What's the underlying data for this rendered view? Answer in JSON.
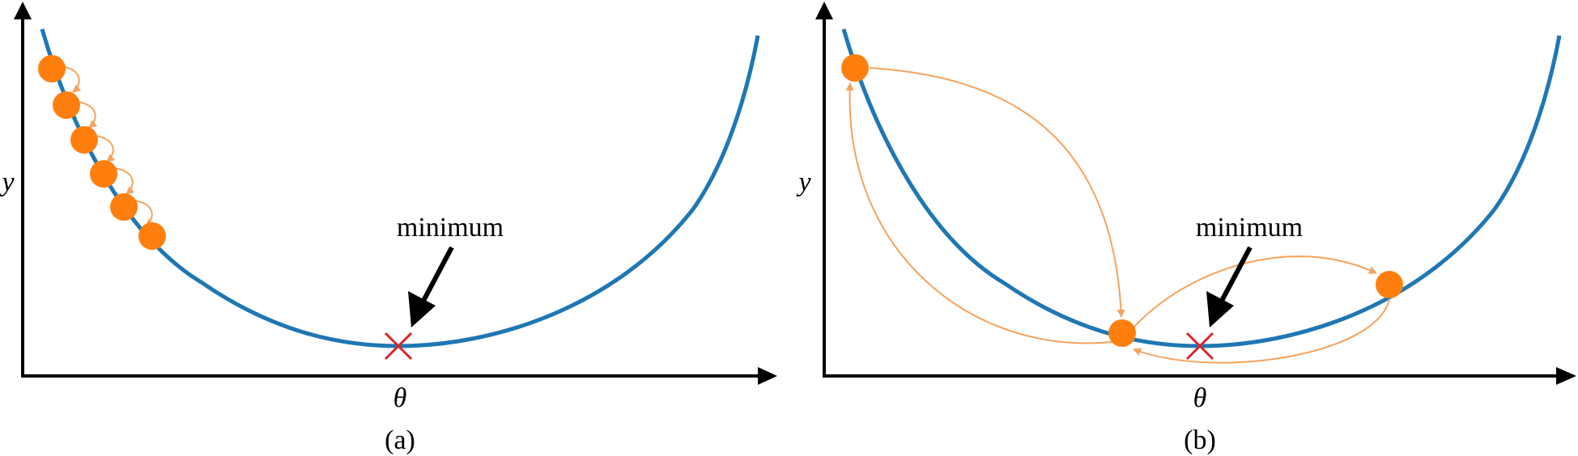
{
  "panels": [
    {
      "id": "a",
      "y_label": "y",
      "x_label": "θ",
      "annotation": "minimum",
      "caption": "(a)",
      "description": "small learning rate: many small steps down the curve"
    },
    {
      "id": "b",
      "y_label": "y",
      "x_label": "θ",
      "annotation": "minimum",
      "caption": "(b)",
      "description": "large learning rate: steps overshoot back and forth across the minimum"
    }
  ],
  "colors": {
    "curve": "#1f77b4",
    "point": "#ff7f0e",
    "step_arrow": "#f7a25c",
    "minimum_marker": "#d62728",
    "axis": "#000000"
  }
}
